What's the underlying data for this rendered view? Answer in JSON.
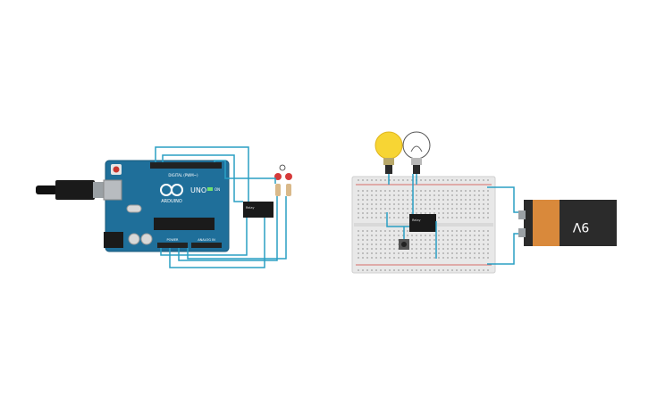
{
  "arduino": {
    "brand": "ARDUINO",
    "model": "UNO",
    "digital_header": "DIGITAL (PWM~)",
    "power_header": "POWER",
    "analog_header": "ANALOG IN",
    "on_label": "ON"
  },
  "relay_left": {
    "label": "Relay"
  },
  "relay_right": {
    "label": "Relay"
  },
  "battery": {
    "voltage": "9V"
  },
  "colors": {
    "board": "#1f6f9a",
    "wire": "#2a9fc4",
    "battery_body": "#2b2b2b",
    "battery_cap": "#d9893b",
    "bulb_on": "#f7d534",
    "led": "#d63a3a"
  }
}
